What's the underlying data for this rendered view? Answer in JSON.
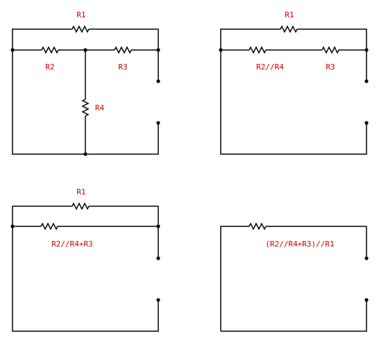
{
  "colors": {
    "wire": "#000000",
    "label": "#cc0000",
    "background": "#ffffff"
  },
  "panels": [
    {
      "id": "original",
      "labels": {
        "r1": "R1",
        "r2": "R2",
        "r3": "R3",
        "r4": "R4"
      }
    },
    {
      "id": "step-1",
      "labels": {
        "r1": "R1",
        "r2_par_r4": "R2//R4",
        "r3": "R3"
      }
    },
    {
      "id": "step-2",
      "labels": {
        "r1": "R1",
        "r2_par_r4_plus_r3": "R2//R4+R3"
      }
    },
    {
      "id": "step-3",
      "labels": {
        "equivalent": "(R2//R4+R3)//R1"
      }
    }
  ]
}
